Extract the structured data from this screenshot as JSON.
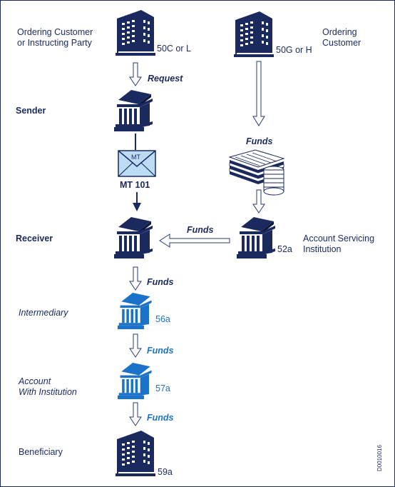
{
  "colors": {
    "dark": "#1b2a5e",
    "light": "#1a73c9",
    "pale": "#bcdcf5",
    "line": "#2b3a6b"
  },
  "labels": {
    "ordering_customer_left": "Ordering Customer\nor Instructing Party",
    "ordering_customer_left_code": "50C or L",
    "ordering_customer_right": "Ordering\nCustomer",
    "ordering_customer_right_code": "50G or H",
    "request": "Request",
    "sender": "Sender",
    "mt_envelope": "MT",
    "mt_code": "MT 101",
    "funds_top_right": "Funds",
    "receiver": "Receiver",
    "funds_mid": "Funds",
    "account_servicing": "Account Servicing\nInstitution",
    "account_servicing_code": "52a",
    "funds_1": "Funds",
    "intermediary": "Intermediary",
    "intermediary_code": "56a",
    "funds_2": "Funds",
    "account_with": "Account\nWith Institution",
    "account_with_code": "57a",
    "funds_3": "Funds",
    "beneficiary": "Beneficiary",
    "beneficiary_code": "59a",
    "doc_id": "D0010016"
  },
  "icons": {
    "office_building": "office-building-icon",
    "bank": "bank-icon",
    "envelope": "envelope-icon",
    "money_stack": "money-stack-icon"
  }
}
